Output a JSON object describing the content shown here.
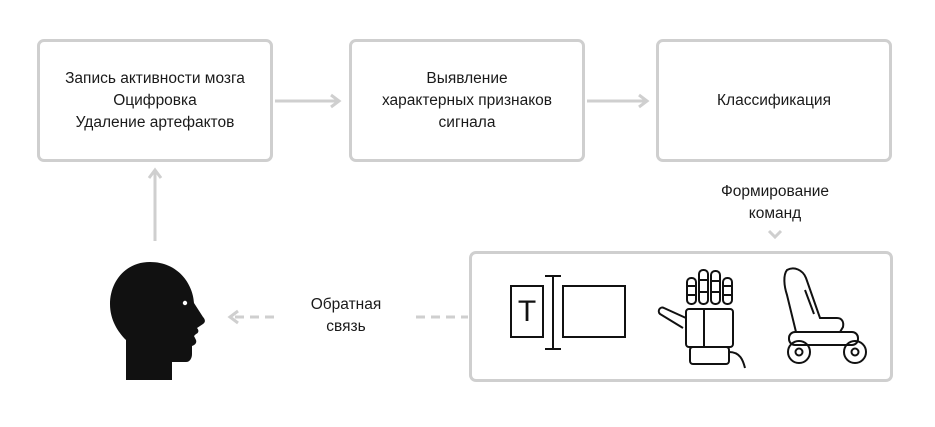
{
  "boxes": {
    "recording": {
      "lines": [
        "Запись активности мозга",
        "Оцифровка",
        "Удаление артефактов"
      ]
    },
    "features": {
      "lines": [
        "Выявление",
        "характерных признаков",
        "сигнала"
      ]
    },
    "classification": {
      "lines": [
        "Классификация"
      ]
    }
  },
  "command_label": {
    "lines": [
      "Формирование",
      "команд"
    ]
  },
  "feedback_label": {
    "lines": [
      "Обратная",
      "связь"
    ]
  },
  "devices": {
    "items": [
      "text-cursor-icon",
      "robotic-hand-icon",
      "wheelchair-icon"
    ],
    "cursor_letter": "T"
  },
  "colors": {
    "arrow": "#cfcfcf",
    "border": "#cfcfcf",
    "icon": "#111111",
    "text": "#1a1a1a"
  }
}
